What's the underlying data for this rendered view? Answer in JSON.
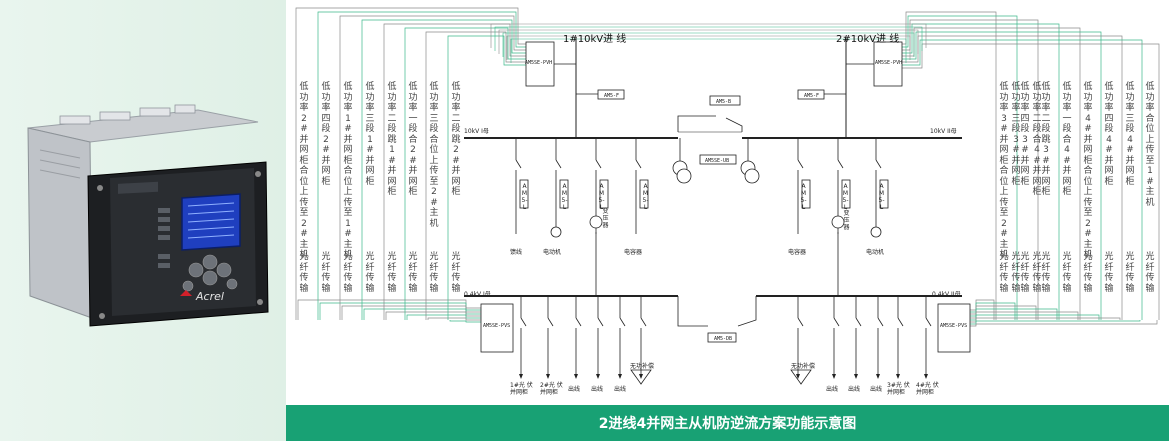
{
  "device": {
    "brand": "Acrel"
  },
  "diagram": {
    "incoming_1": "1#10kV进 线",
    "incoming_2": "2#10kV进 线",
    "meter_main_left": "AM5SE-PVH",
    "meter_main_right": "AM5SE-PVH",
    "meter_f_left": "AM5-F",
    "meter_f_right": "AM5-F",
    "meter_tie_hv": "AM5-B",
    "meter_transformer": "AM5SE-UB",
    "meter_lv_left": "AM5SE-PVS",
    "meter_lv_right": "AM5SE-PVS",
    "meter_tie_lv": "AM5-DB",
    "bus_hv_left": "10kV I母",
    "bus_hv_right": "10kV II母",
    "bus_lv_left": "0.4kV I母",
    "bus_lv_right": "0.4kV II母",
    "hv_feeder_meter": "AM5-L",
    "hv_labels_left": [
      "馈线",
      "电动机",
      "电容器"
    ],
    "hv_labels_right": [
      "电容器",
      "电动机"
    ],
    "hv_vertical_label": "变压器",
    "lv_labels_left": [
      "1#光 伏并网柜",
      "2#光 伏并网柜",
      "出线",
      "出线",
      "出线",
      "无功补偿"
    ],
    "lv_labels_right": [
      "无功补偿",
      "出线",
      "出线",
      "出线",
      "3#光 伏并网柜",
      "4#光 伏并网柜"
    ],
    "side_left": [
      {
        "top": "低功率2#并网柜合位上传至2#主机",
        "bottom": "光纤传输"
      },
      {
        "top": "低功率四段2#并网柜",
        "bottom": "光纤传输"
      },
      {
        "top": "低功率1#并网柜合位上传至1#主机",
        "bottom": "光纤传输"
      },
      {
        "top": "低功率三段1#并网柜",
        "bottom": "光纤传输"
      },
      {
        "top": "低功率二段跳1#并网柜",
        "bottom": "光纤传输"
      },
      {
        "top": "低功率一段合2#并网柜",
        "bottom": "光纤传输"
      },
      {
        "top": "低功率三段合位上传至2#主机",
        "bottom": "光纤传输"
      },
      {
        "top": "低功率二段跳2#并网柜",
        "bottom": "光纤传输"
      }
    ],
    "side_right": [
      {
        "top": "低功率3#并网柜合位上传至2#主机",
        "bottom": "光纤传输"
      },
      {
        "top": "低功率四段3#并网柜",
        "bottom": "光纤传输"
      },
      {
        "top": "低功率二段跳3#并网柜",
        "bottom": "光纤传输"
      },
      {
        "top": "低功率一段合4#并网柜",
        "bottom": "光纤传输"
      },
      {
        "top": "低功率4#并网柜合位上传至2#主机",
        "bottom": "光纤传输"
      },
      {
        "top": "低功率四段4#并网柜",
        "bottom": "光纤传输"
      },
      {
        "top": "低功率三段4#并网柜",
        "bottom": "光纤传输"
      },
      {
        "top": "低功率合位上传至1#主机",
        "bottom": "光纤传输"
      },
      {
        "top": "低功率三段3#并网柜",
        "bottom": "光纤传输"
      },
      {
        "top": "低功率二段合4#并网柜",
        "bottom": "光纤传输"
      }
    ]
  },
  "footer": {
    "caption": "2进线4并网主从机防逆流方案功能示意图"
  },
  "colors": {
    "accent_green": "#18a174",
    "fiber_green": "#3cb88a",
    "wire_gray": "#8a8a8a",
    "line_black": "#222222"
  }
}
